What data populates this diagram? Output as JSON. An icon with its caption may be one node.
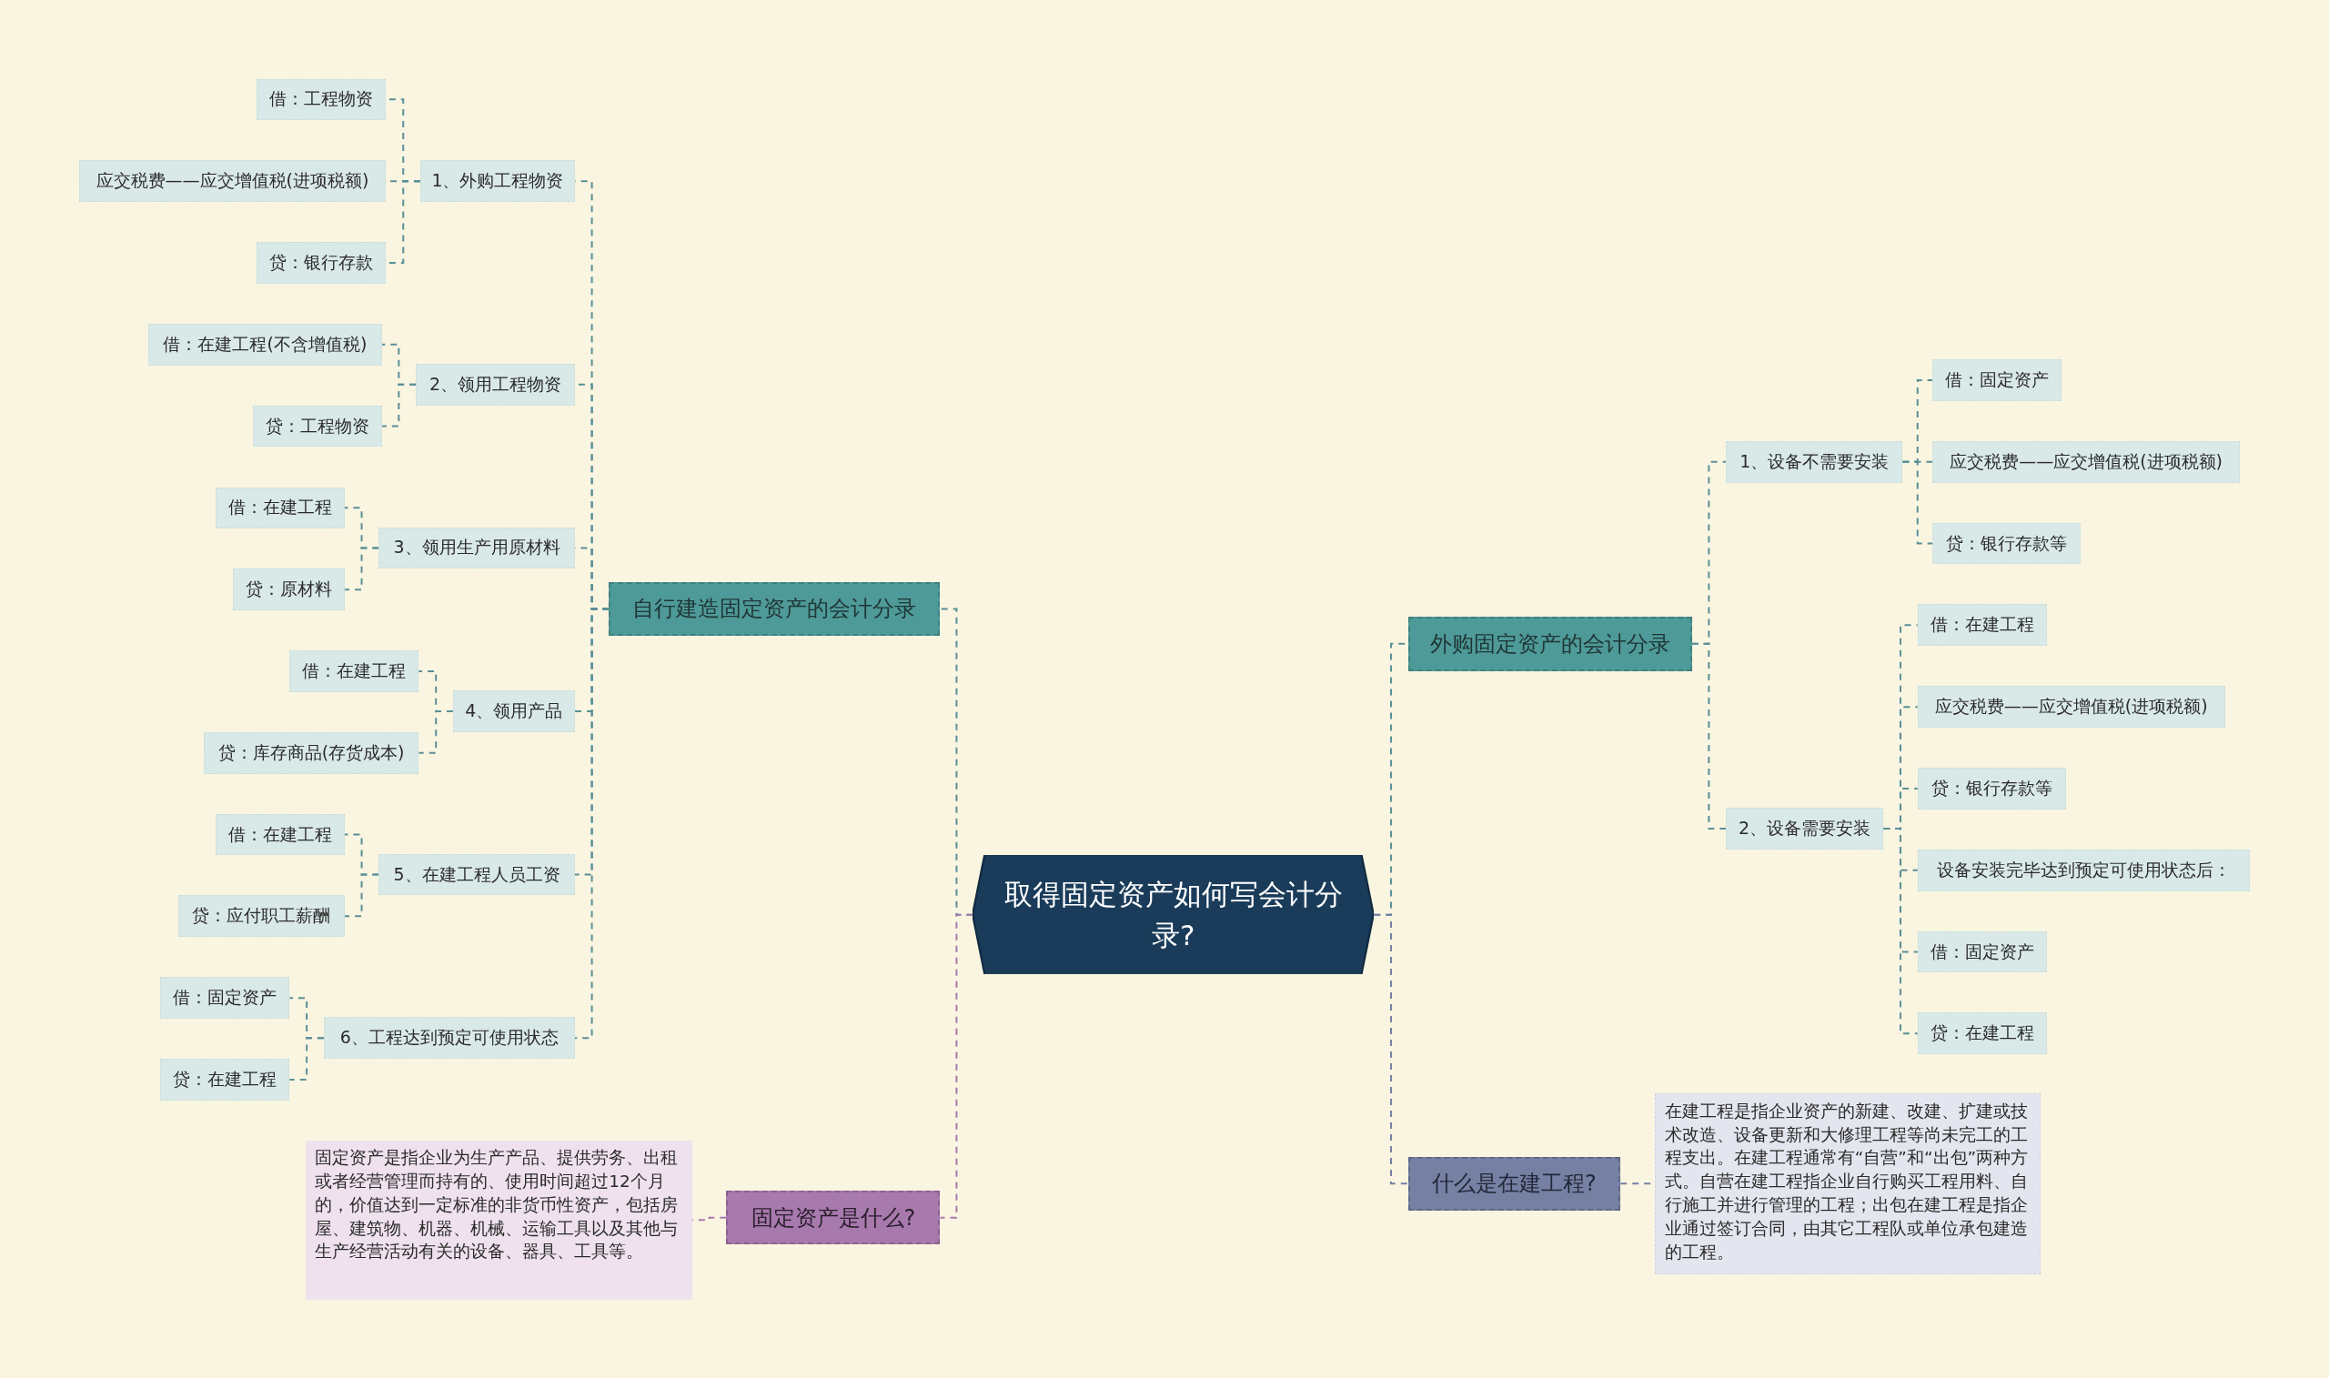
{
  "diagram": {
    "nodes": [
      {
        "text": [
          "取得固定资产如何写会计分录?"
        ]
      },
      {
        "text": [
          "自行建造固定资产的会计分录"
        ]
      },
      {
        "text": [
          "1、外购工程物资"
        ]
      },
      {
        "text": [
          "借：工程物资"
        ]
      },
      {
        "text": [
          "应交税费——应交增值税(进项税额)"
        ]
      },
      {
        "text": [
          "贷：银行存款"
        ]
      },
      {
        "text": [
          "2、领用工程物资"
        ]
      },
      {
        "text": [
          "借：在建工程(不含增值税)"
        ]
      },
      {
        "text": [
          "贷：工程物资"
        ]
      },
      {
        "text": [
          "3、领用生产用原材料"
        ]
      },
      {
        "text": [
          "借：在建工程"
        ]
      },
      {
        "text": [
          "贷：原材料"
        ]
      },
      {
        "text": [
          "4、领用产品"
        ]
      },
      {
        "text": [
          "借：在建工程"
        ]
      },
      {
        "text": [
          "贷：库存商品(存货成本)"
        ]
      },
      {
        "text": [
          "5、在建工程人员工资"
        ]
      },
      {
        "text": [
          "借：在建工程"
        ]
      },
      {
        "text": [
          "贷：应付职工薪酬"
        ]
      },
      {
        "text": [
          "6、工程达到预定可使用状态"
        ]
      },
      {
        "text": [
          "借：固定资产"
        ]
      },
      {
        "text": [
          "贷：在建工程"
        ]
      },
      {
        "text": [
          "固定资产是什么?"
        ]
      },
      {
        "text": [
          "固定资产是指企业为生产产品、提供劳务、出租或者经营管理而持有的、使用时间超过12个月的，价值达到一定标准的非货币性资产，包括房屋、建筑物、机器、机械、运输工具以及其他与生产经营活动有关的设备、器具、工具等。"
        ]
      },
      {
        "text": [
          "外购固定资产的会计分录"
        ]
      },
      {
        "text": [
          "1、设备不需要安装"
        ]
      },
      {
        "text": [
          "借：固定资产"
        ]
      },
      {
        "text": [
          "应交税费——应交增值税(进项税额)"
        ]
      },
      {
        "text": [
          "贷：银行存款等"
        ]
      },
      {
        "text": [
          "2、设备需要安装"
        ]
      },
      {
        "text": [
          "借：在建工程"
        ]
      },
      {
        "text": [
          "应交税费——应交增值税(进项税额)"
        ]
      },
      {
        "text": [
          "贷：银行存款等"
        ]
      },
      {
        "text": [
          "设备安装完毕达到预定可使用状态后："
        ]
      },
      {
        "text": [
          "借：固定资产"
        ]
      },
      {
        "text": [
          "贷：在建工程"
        ]
      },
      {
        "text": [
          "什么是在建工程?"
        ]
      },
      {
        "text": [
          "在建工程是指企业资产的新建、改建、扩建或技术改造、设备更新和大修理工程等尚未完工的工程支出。在建工程通常有“自营”和“出包”两种方式。自营在建工程指企业自行购买工程用料、自行施工并进行管理的工程；出包在建工程是指企业通过签订合同，由其它工程队或单位承包建造的工程。"
        ]
      }
    ],
    "edges": [
      {
        "from": 0,
        "to": 1,
        "arrow": "none",
        "style": "dashed"
      },
      {
        "from": 1,
        "to": 2,
        "arrow": "none",
        "style": "dashed"
      },
      {
        "from": 2,
        "to": 3,
        "arrow": "none",
        "style": "dashed"
      },
      {
        "from": 2,
        "to": 4,
        "arrow": "none",
        "style": "dashed"
      },
      {
        "from": 2,
        "to": 5,
        "arrow": "none",
        "style": "dashed"
      },
      {
        "from": 1,
        "to": 6,
        "arrow": "none",
        "style": "dashed"
      },
      {
        "from": 6,
        "to": 7,
        "arrow": "none",
        "style": "dashed"
      },
      {
        "from": 6,
        "to": 8,
        "arrow": "none",
        "style": "dashed"
      },
      {
        "from": 1,
        "to": 9,
        "arrow": "none",
        "style": "dashed"
      },
      {
        "from": 9,
        "to": 10,
        "arrow": "none",
        "style": "dashed"
      },
      {
        "from": 9,
        "to": 11,
        "arrow": "none",
        "style": "dashed"
      },
      {
        "from": 1,
        "to": 12,
        "arrow": "none",
        "style": "dashed"
      },
      {
        "from": 12,
        "to": 13,
        "arrow": "none",
        "style": "dashed"
      },
      {
        "from": 12,
        "to": 14,
        "arrow": "none",
        "style": "dashed"
      },
      {
        "from": 1,
        "to": 15,
        "arrow": "none",
        "style": "dashed"
      },
      {
        "from": 15,
        "to": 16,
        "arrow": "none",
        "style": "dashed"
      },
      {
        "from": 15,
        "to": 17,
        "arrow": "none",
        "style": "dashed"
      },
      {
        "from": 1,
        "to": 18,
        "arrow": "none",
        "style": "dashed"
      },
      {
        "from": 18,
        "to": 19,
        "arrow": "none",
        "style": "dashed"
      },
      {
        "from": 18,
        "to": 20,
        "arrow": "none",
        "style": "dashed"
      },
      {
        "from": 0,
        "to": 21,
        "arrow": "none",
        "style": "dashed",
        "color": "#a779ad"
      },
      {
        "from": 21,
        "to": 22,
        "arrow": "none",
        "style": "dashed",
        "color": "#a779ad"
      },
      {
        "from": 0,
        "to": 23,
        "arrow": "none",
        "style": "dashed"
      },
      {
        "from": 23,
        "to": 24,
        "arrow": "none",
        "style": "dashed"
      },
      {
        "from": 24,
        "to": 25,
        "arrow": "none",
        "style": "dashed"
      },
      {
        "from": 24,
        "to": 26,
        "arrow": "none",
        "style": "dashed"
      },
      {
        "from": 24,
        "to": 27,
        "arrow": "none",
        "style": "dashed"
      },
      {
        "from": 23,
        "to": 28,
        "arrow": "none",
        "style": "dashed"
      },
      {
        "from": 28,
        "to": 29,
        "arrow": "none",
        "style": "dashed"
      },
      {
        "from": 28,
        "to": 30,
        "arrow": "none",
        "style": "dashed"
      },
      {
        "from": 28,
        "to": 31,
        "arrow": "none",
        "style": "dashed"
      },
      {
        "from": 28,
        "to": 32,
        "arrow": "none",
        "style": "dashed"
      },
      {
        "from": 28,
        "to": 33,
        "arrow": "none",
        "style": "dashed"
      },
      {
        "from": 28,
        "to": 34,
        "arrow": "none",
        "style": "dashed"
      },
      {
        "from": 0,
        "to": 35,
        "arrow": "none",
        "style": "dashed",
        "color": "#7580a3"
      },
      {
        "from": 35,
        "to": 36,
        "arrow": "none",
        "style": "dashed",
        "color": "#7580a3"
      }
    ]
  }
}
